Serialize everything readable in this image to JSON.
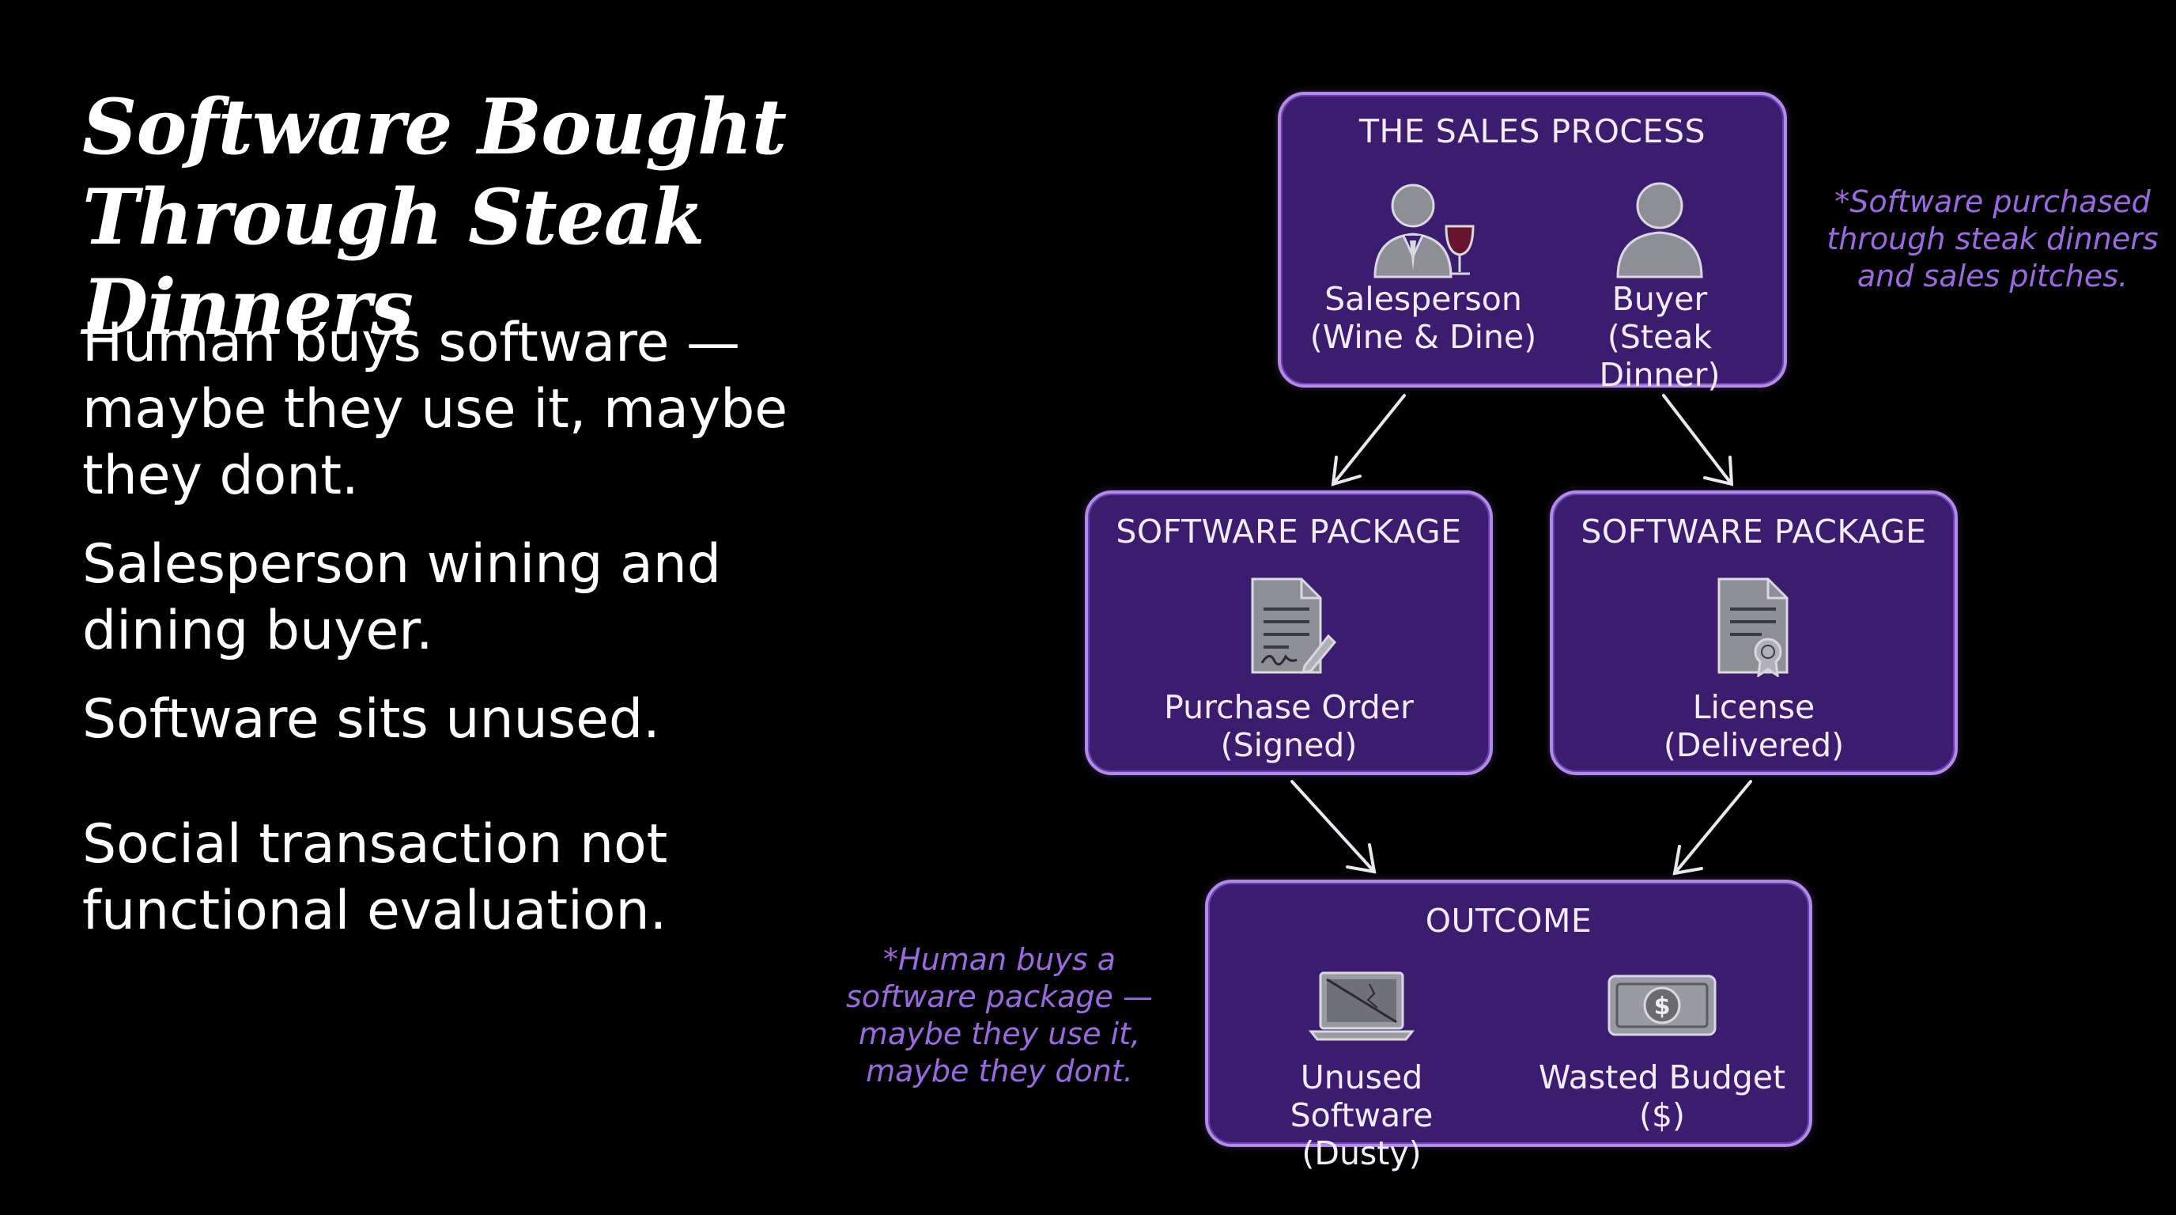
{
  "title": {
    "line1": "Software Bought",
    "line2": "Through Steak Dinners"
  },
  "bullets": [
    "Human buys software —\nmaybe they use it, maybe\nthey dont.",
    "Salesperson wining and\ndining buyer.",
    "Software sits unused.",
    "Social transaction not\nfunctional evaluation."
  ],
  "diagram": {
    "sales": {
      "title": "THE SALES PROCESS",
      "salesperson": "Salesperson\n(Wine & Dine)",
      "buyer": "Buyer\n(Steak Dinner)"
    },
    "package_left": {
      "title": "SOFTWARE PACKAGE",
      "label": "Purchase Order\n(Signed)"
    },
    "package_right": {
      "title": "SOFTWARE PACKAGE",
      "label": "License\n(Delivered)"
    },
    "outcome": {
      "title": "OUTCOME",
      "unused": "Unused Software\n(Dusty)",
      "wasted": "Wasted Budget\n($)"
    },
    "note_right": "*Software purchased\nthrough steak dinners\nand sales pitches.",
    "note_left": "*Human buys a\nsoftware package —\nmaybe they use it,\nmaybe they dont."
  },
  "colors": {
    "background": "#000000",
    "box_fill": "#3c1c6e",
    "box_border": "#b48ae8",
    "note_text": "#9a6ae0",
    "icon_fill": "#8e8e96"
  },
  "icons": [
    "salesperson-wine-icon",
    "buyer-person-icon",
    "signed-document-icon",
    "license-certificate-icon",
    "broken-laptop-icon",
    "dollar-bill-icon"
  ]
}
